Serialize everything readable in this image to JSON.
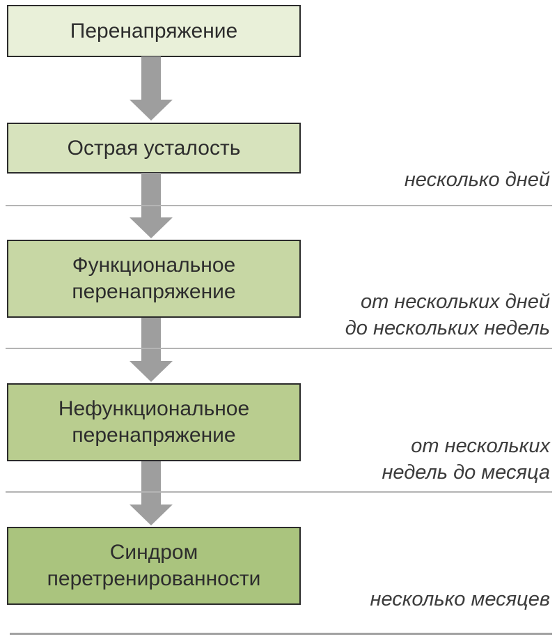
{
  "diagram": {
    "background_color": "#ffffff",
    "box_border_color": "#2b2b2b",
    "box_text_color": "#2d2d2d",
    "arrow_color": "#9e9e9e",
    "separator_color": "#b4b4b4",
    "bottom_separator_color": "#a2a2a2",
    "duration_text_color": "#3c3c3c",
    "stages": [
      {
        "label": "Перенапряжение",
        "fill": "#e9f0d9",
        "duration": ""
      },
      {
        "label": "Острая усталость",
        "fill": "#d7e3bd",
        "duration": "несколько дней"
      },
      {
        "label": "Функциональное перенапряжение",
        "fill": "#c7d7a4",
        "duration": "от нескольких дней\nдо нескольких недель"
      },
      {
        "label": "Нефункциональное перенапряжение",
        "fill": "#b9cd8f",
        "duration": "от нескольких\nнедель до месяца"
      },
      {
        "label": "Синдром перетренированности",
        "fill": "#aac47e",
        "duration": "несколько месяцев"
      }
    ]
  }
}
